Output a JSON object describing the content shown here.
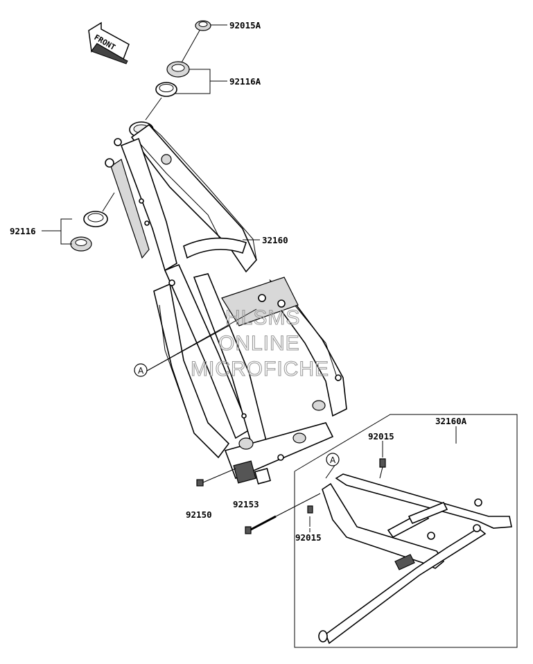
{
  "callouts": {
    "p92015A_top": "92015A",
    "p92116A": "92116A",
    "p92116": "92116",
    "p32160": "32160",
    "p32160A": "32160A",
    "p92015_upper": "92015",
    "p92015_lower": "92015",
    "p92153": "92153",
    "p92150": "92150"
  },
  "markers": {
    "ref_a_left": "A",
    "ref_a_right": "A"
  },
  "front_arrow": {
    "label": "FRONT"
  },
  "watermark": {
    "line1": "HLSMS",
    "line2": "ONLINE",
    "line3": "MICROFICHE"
  }
}
